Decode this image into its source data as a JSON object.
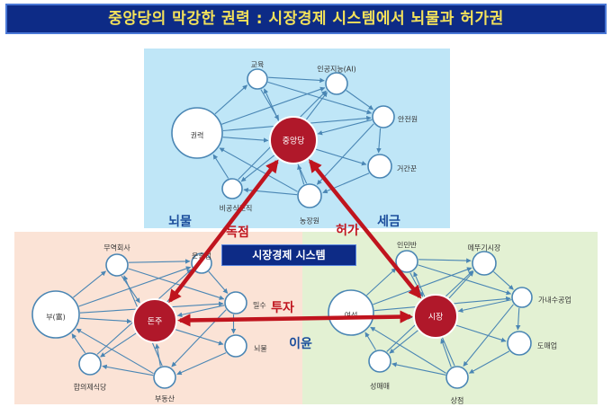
{
  "title": "중앙당의 막강한 권력 : 시장경제 시스템에서 뇌물과 허가권",
  "system_label": "시장경제 시스템",
  "colors": {
    "top_panel": "#bfe6f7",
    "left_panel": "#fbe3d6",
    "right_panel": "#e3f1d3",
    "hub": "#b0182a",
    "link": "#4a86b4",
    "arrow": "#c0141e",
    "label_red": "#c0141e",
    "label_blue": "#1b4d9c"
  },
  "clusters": {
    "top": {
      "hub": "중앙당",
      "nodes": [
        "교육",
        "인공지능(AI)",
        "안전원",
        "거간꾼",
        "농장원",
        "비공식조직",
        "권력"
      ]
    },
    "left": {
      "hub": "돈주",
      "nodes": [
        "무역회사",
        "운송업",
        "밀수",
        "뇌물",
        "부동산",
        "합의제식당",
        "부(富)"
      ]
    },
    "right": {
      "hub": "시장",
      "nodes": [
        "인민반",
        "메뚜기시장",
        "가내수공업",
        "도매업",
        "상점",
        "성매매",
        "여성"
      ]
    }
  },
  "flow_labels": {
    "bribe": "뇌물",
    "monopoly": "독점",
    "permit": "허가",
    "tax": "세금",
    "investment": "투자",
    "profit": "이윤"
  }
}
